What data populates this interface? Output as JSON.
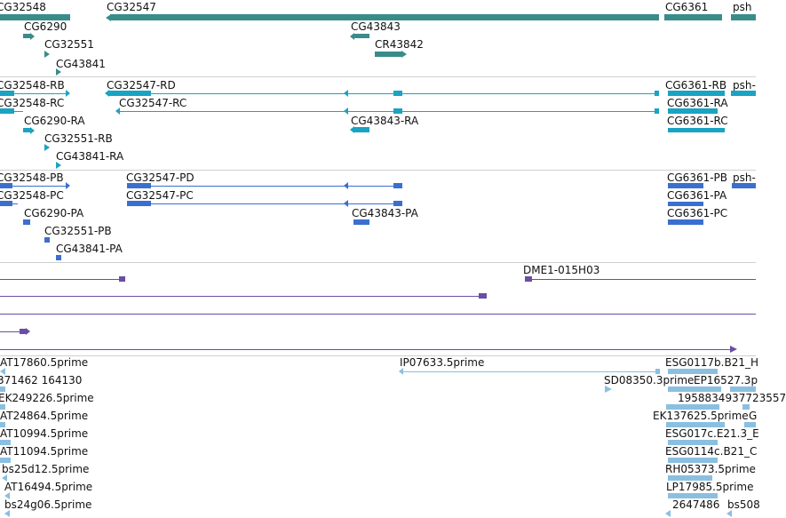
{
  "colors": {
    "gene": "#3a8c8a",
    "rna": "#1aa3c3",
    "protein": "#3a6fd0",
    "clone": "#6a4ea3",
    "est": "#8bbfe0",
    "separator": "#cfcfcf"
  },
  "tracks": {
    "genes": [
      {
        "label": "CG32548",
        "kind": "gene"
      },
      {
        "label": "CG32547",
        "kind": "gene"
      },
      {
        "label": "CG6361",
        "kind": "gene"
      },
      {
        "label": "psh",
        "kind": "gene"
      },
      {
        "label": "CG6290",
        "kind": "gene"
      },
      {
        "label": "CG43843",
        "kind": "gene"
      },
      {
        "label": "CG32551",
        "kind": "gene"
      },
      {
        "label": "CR43842",
        "kind": "gene"
      },
      {
        "label": "CG43841",
        "kind": "gene"
      }
    ],
    "transcripts": [
      {
        "label": "CG32548-RB"
      },
      {
        "label": "CG32547-RD"
      },
      {
        "label": "CG6361-RB"
      },
      {
        "label": "psh-"
      },
      {
        "label": "CG32548-RC"
      },
      {
        "label": "CG32547-RC"
      },
      {
        "label": "CG6361-RA"
      },
      {
        "label": "CG6290-RA"
      },
      {
        "label": "CG43843-RA"
      },
      {
        "label": "CG6361-RC"
      },
      {
        "label": "CG32551-RB"
      },
      {
        "label": "CG43841-RA"
      }
    ],
    "proteins": [
      {
        "label": "CG32548-PB"
      },
      {
        "label": "CG32547-PD"
      },
      {
        "label": "CG6361-PB"
      },
      {
        "label": "psh-"
      },
      {
        "label": "CG32548-PC"
      },
      {
        "label": "CG32547-PC"
      },
      {
        "label": "CG6361-PA"
      },
      {
        "label": "CG6290-PA"
      },
      {
        "label": "CG43843-PA"
      },
      {
        "label": "CG6361-PC"
      },
      {
        "label": "CG32551-PB"
      },
      {
        "label": "CG43841-PA"
      }
    ],
    "clones": [
      {
        "label": "DME1-015H03"
      }
    ],
    "ests": [
      {
        "label": "AT17860.5prime"
      },
      {
        "label": "IP07633.5prime"
      },
      {
        "label": "ESG0117b.B21_H"
      },
      {
        "label": "371462 164130"
      },
      {
        "label": "SD08350.3prime"
      },
      {
        "label": "EP16527.3p"
      },
      {
        "label": "EK249226.5prime"
      },
      {
        "label": "1958834937723557"
      },
      {
        "label": "AT24864.5prime"
      },
      {
        "label": "EK137625.5prime"
      },
      {
        "label": "G"
      },
      {
        "label": "AT10994.5prime"
      },
      {
        "label": "ESG017c.E21.3_E"
      },
      {
        "label": "AT11094.5prime"
      },
      {
        "label": "ESG0114c.B21_C"
      },
      {
        "label": "bs25d12.5prime"
      },
      {
        "label": "RH05373.5prime"
      },
      {
        "label": "AT16494.5prime"
      },
      {
        "label": "LP17985.5prime"
      },
      {
        "label": "bs24g06.5prime"
      },
      {
        "label": "2647486"
      },
      {
        "label": "bs508"
      }
    ]
  }
}
